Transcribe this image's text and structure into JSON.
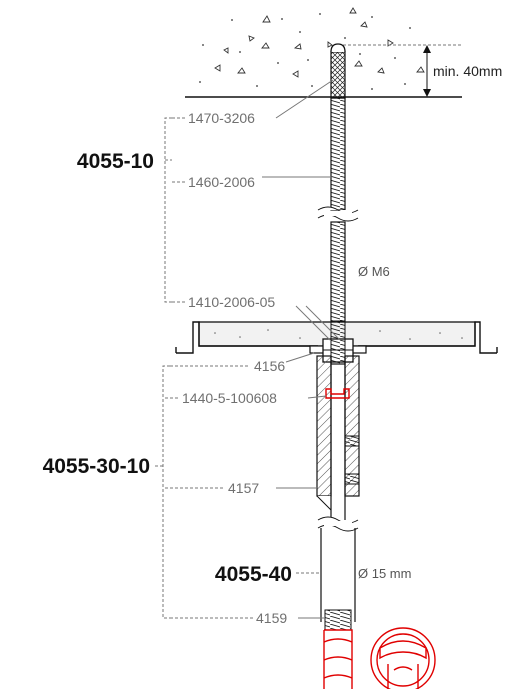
{
  "labels": {
    "group_top": "4055-10",
    "group_bottom": "4055-30-10",
    "group_bottom2": "4055-40",
    "part_1470": "1470-3206",
    "part_1460": "1460-2006",
    "part_1410": "1410-2006-05",
    "part_4156": "4156",
    "part_1440": "1440-5-100608",
    "part_4157": "4157",
    "part_4159": "4159",
    "dim_min": "min. 40mm",
    "dim_m6": "Ø M6",
    "dim_15": "Ø 15 mm"
  },
  "colors": {
    "ink": "#111111",
    "leader": "#777777",
    "highlight": "#e00000",
    "plate": "#eeeeee"
  }
}
